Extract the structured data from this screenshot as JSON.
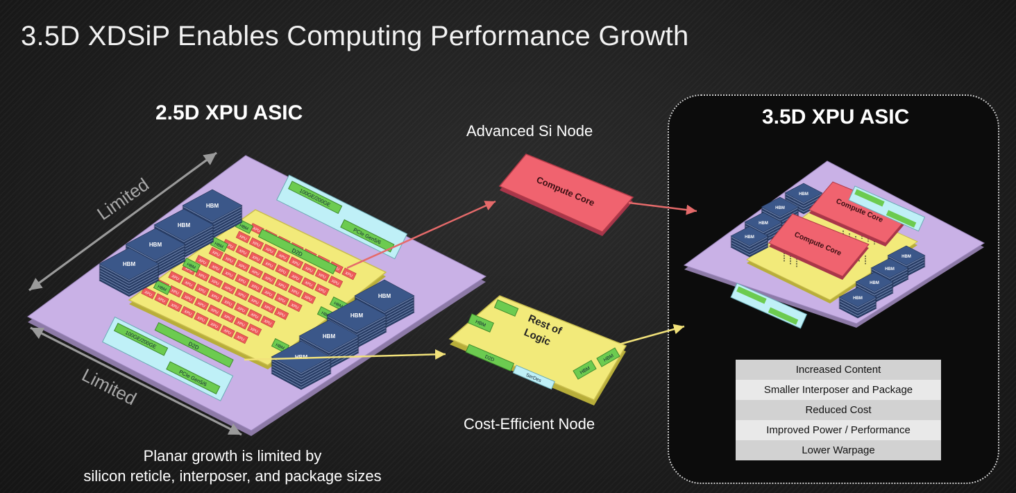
{
  "slide": {
    "title": "3.5D XDSiP Enables Computing Performance Growth"
  },
  "left": {
    "heading": "2.5D XPU ASIC",
    "limited_top": "Limited",
    "limited_bottom": "Limited",
    "caption_line1": "Planar growth is limited by",
    "caption_line2": "silicon reticle, interposer, and package sizes",
    "hbm_label": "HBM",
    "xpu_label": "XPU",
    "d2d_label": "D2D",
    "eth_label": "100GE/200GE",
    "pcie_label": "PCIe Gen5/6"
  },
  "middle": {
    "advanced_node": "Advanced Si Node",
    "cost_node": "Cost-Efficient Node",
    "compute_core": "Compute Core",
    "rest_line1": "Rest of",
    "rest_line2": "Logic",
    "hbm_label": "HBM",
    "d2d_label": "D2D",
    "serdes_label": "SerDes"
  },
  "right": {
    "heading": "3.5D XPU ASIC",
    "compute_core": "Compute Core",
    "benefits": [
      "Increased Content",
      "Smaller Interposer and Package",
      "Reduced Cost",
      "Improved Power / Performance",
      "Lower Warpage"
    ]
  },
  "colors": {
    "interposer": "#c9b1e6",
    "hbm": "#3b5789",
    "die": "#f2ea7a",
    "xpu": "#ee5a5a",
    "io_green": "#6ccb50",
    "io_cyan": "#bff0f7",
    "arrow_red": "#e56a6a",
    "arrow_yellow": "#f2e27a"
  }
}
